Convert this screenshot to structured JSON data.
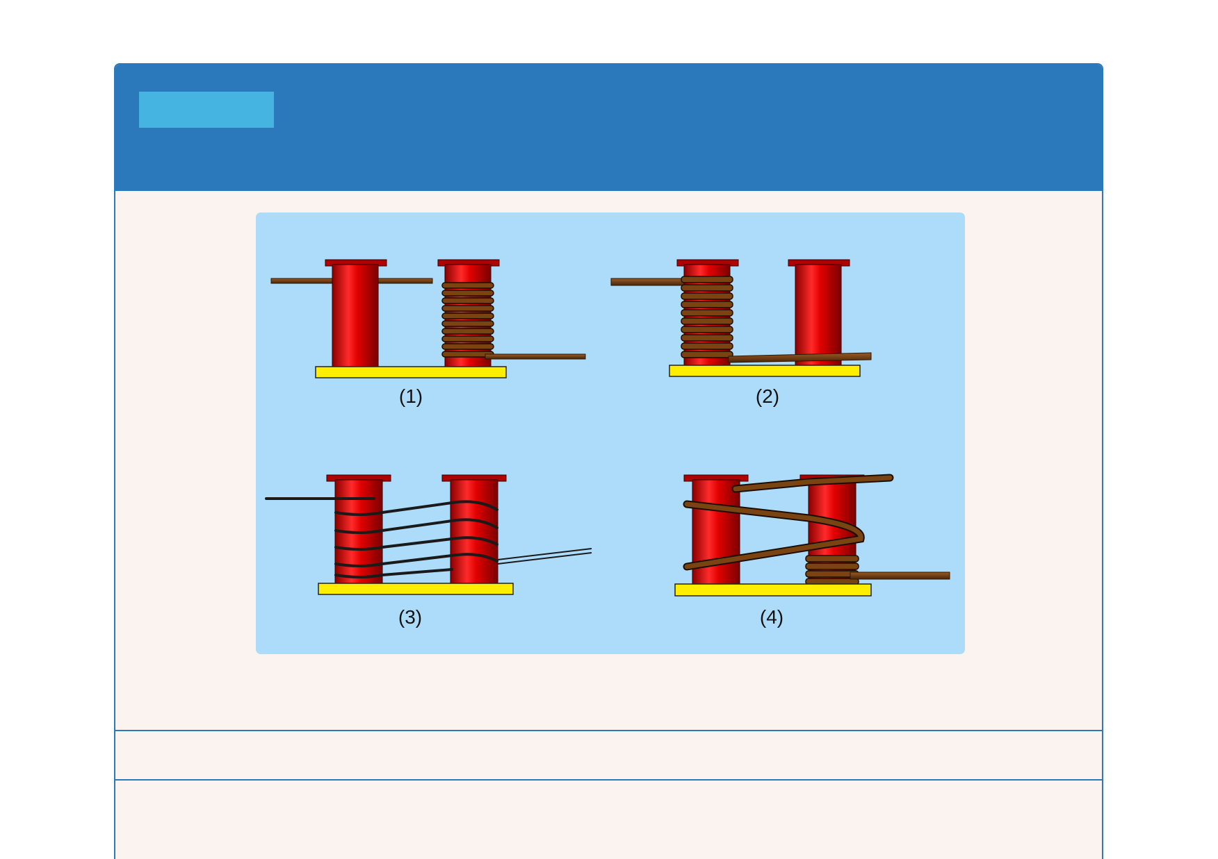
{
  "colors": {
    "header": "#2b79bb",
    "badge": "#45b4e1",
    "card_body": "#fbf3ef",
    "panel": "#addcfa",
    "core_red": "#e10000",
    "base_yellow": "#ffee00",
    "wire_brown": "#6b3a14"
  },
  "figure": {
    "labels": [
      "(1)",
      "(2)",
      "(3)",
      "(4)"
    ]
  }
}
